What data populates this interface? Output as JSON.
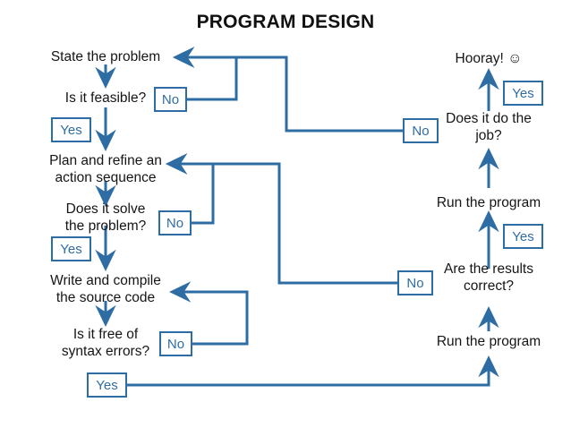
{
  "title": "PROGRAM DESIGN",
  "theme": {
    "line_color": "#2E6DA4",
    "box_border": "#2E6DA4",
    "box_label_color": "#2E6DA4",
    "text_color": "#151515",
    "background": "#ffffff"
  },
  "nodes": {
    "state_problem": "State the problem",
    "is_feasible": "Is it feasible?",
    "plan_refine": "Plan and refine an\naction sequence",
    "does_it_solve": "Does it solve\nthe problem?",
    "write_compile": "Write and compile\nthe source code",
    "syntax_free": "Is it free of\nsyntax errors?",
    "run_program_bottom": "Run the program",
    "are_results_correct": "Are the results\ncorrect?",
    "run_program_top": "Run the program",
    "does_it_do_job": "Does it do the\njob?",
    "hooray": "Hooray!",
    "hooray_smiley": "☺"
  },
  "edge_labels": {
    "feasible_no": "No",
    "feasible_yes": "Yes",
    "solve_no": "No",
    "solve_yes": "Yes",
    "syntax_no": "No",
    "syntax_yes": "Yes",
    "results_no": "No",
    "results_yes": "Yes",
    "job_no": "No",
    "job_yes": "Yes"
  },
  "chart_data": {
    "type": "diagram",
    "title": "PROGRAM DESIGN",
    "steps": [
      "State the problem",
      "Is it feasible?",
      "Plan and refine an action sequence",
      "Does it solve the problem?",
      "Write and compile the source code",
      "Is it free of syntax errors?",
      "Run the program",
      "Are the results correct?",
      "Run the program",
      "Does it do the job?",
      "Hooray! ☺"
    ],
    "edges": [
      {
        "from": "State the problem",
        "to": "Is it feasible?",
        "label": ""
      },
      {
        "from": "Is it feasible?",
        "to": "State the problem",
        "label": "No"
      },
      {
        "from": "Is it feasible?",
        "to": "Plan and refine an action sequence",
        "label": "Yes"
      },
      {
        "from": "Plan and refine an action sequence",
        "to": "Does it solve the problem?",
        "label": ""
      },
      {
        "from": "Does it solve the problem?",
        "to": "Plan and refine an action sequence",
        "label": "No"
      },
      {
        "from": "Does it solve the problem?",
        "to": "Write and compile the source code",
        "label": "Yes"
      },
      {
        "from": "Write and compile the source code",
        "to": "Is it free of syntax errors?",
        "label": ""
      },
      {
        "from": "Is it free of syntax errors?",
        "to": "Write and compile the source code",
        "label": "No"
      },
      {
        "from": "Is it free of syntax errors?",
        "to": "Run the program",
        "label": "Yes"
      },
      {
        "from": "Run the program",
        "to": "Are the results correct?",
        "label": ""
      },
      {
        "from": "Are the results correct?",
        "to": "Plan and refine an action sequence",
        "label": "No"
      },
      {
        "from": "Are the results correct?",
        "to": "Run the program",
        "label": "Yes"
      },
      {
        "from": "Run the program",
        "to": "Does it do the job?",
        "label": ""
      },
      {
        "from": "Does it do the job?",
        "to": "State the problem",
        "label": "No"
      },
      {
        "from": "Does it do the job?",
        "to": "Hooray! ☺",
        "label": "Yes"
      }
    ]
  }
}
